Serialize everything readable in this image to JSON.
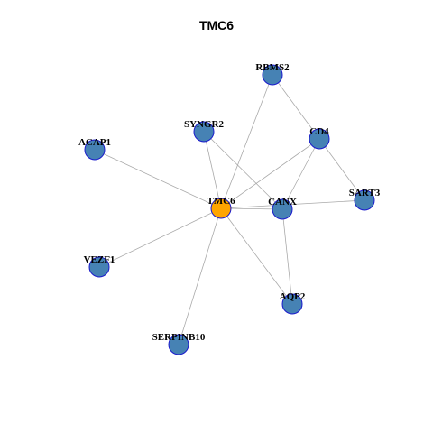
{
  "title": "TMC6",
  "colors": {
    "center_node": "#FFA500",
    "node": "#4682B4",
    "node_border": "#1A1ACC",
    "edge": "#AAAAAA"
  },
  "nodes": [
    {
      "id": "TMC6",
      "label": "TMC6",
      "center": true
    },
    {
      "id": "RBMS2",
      "label": "RBMS2"
    },
    {
      "id": "SYNGR2",
      "label": "SYNGR2"
    },
    {
      "id": "CD4",
      "label": "CD4"
    },
    {
      "id": "ACAP1",
      "label": "ACAP1"
    },
    {
      "id": "CANX",
      "label": "CANX"
    },
    {
      "id": "SART3",
      "label": "SART3"
    },
    {
      "id": "VEZF1",
      "label": "VEZF1"
    },
    {
      "id": "AQP2",
      "label": "AQP2"
    },
    {
      "id": "SERPINB10",
      "label": "SERPINB10"
    }
  ],
  "edges": [
    [
      "TMC6",
      "RBMS2"
    ],
    [
      "TMC6",
      "SYNGR2"
    ],
    [
      "TMC6",
      "CD4"
    ],
    [
      "TMC6",
      "ACAP1"
    ],
    [
      "TMC6",
      "CANX"
    ],
    [
      "TMC6",
      "SART3"
    ],
    [
      "TMC6",
      "VEZF1"
    ],
    [
      "TMC6",
      "AQP2"
    ],
    [
      "TMC6",
      "SERPINB10"
    ],
    [
      "RBMS2",
      "CD4"
    ],
    [
      "SYNGR2",
      "CANX"
    ],
    [
      "CD4",
      "CANX"
    ],
    [
      "CD4",
      "SART3"
    ],
    [
      "CANX",
      "AQP2"
    ]
  ]
}
